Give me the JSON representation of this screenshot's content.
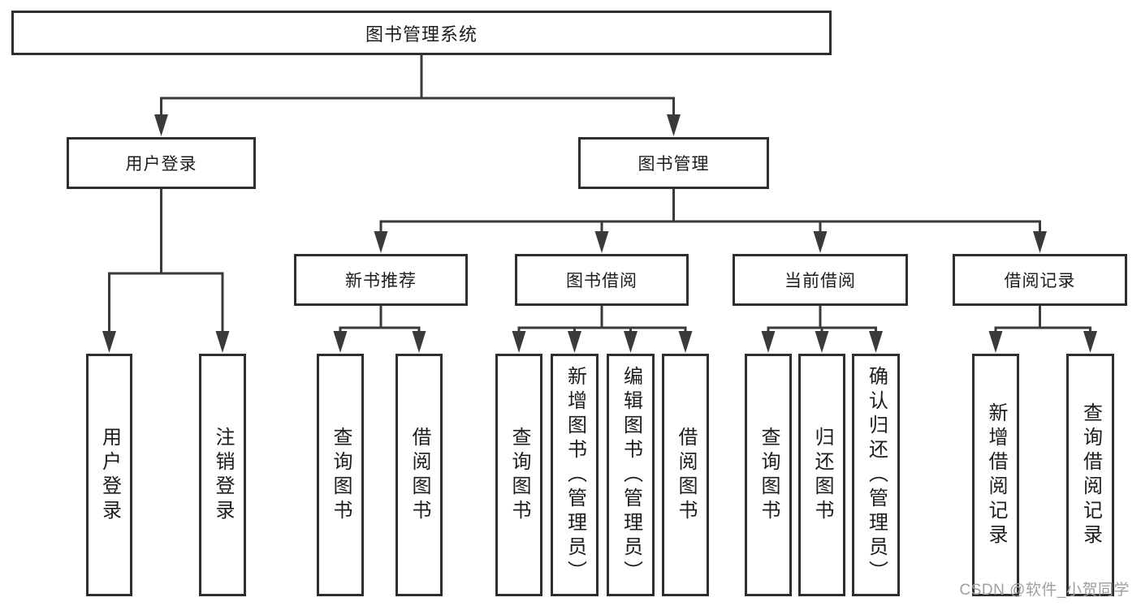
{
  "diagram": {
    "root": {
      "label": "图书管理系统",
      "children": [
        {
          "label": "用户登录",
          "children": [
            {
              "label": "用户登录"
            },
            {
              "label": "注销登录"
            }
          ]
        },
        {
          "label": "图书管理",
          "children": [
            {
              "label": "新书推荐",
              "children": [
                {
                  "label": "查询图书"
                },
                {
                  "label": "借阅图书"
                }
              ]
            },
            {
              "label": "图书借阅",
              "children": [
                {
                  "label": "查询图书"
                },
                {
                  "label": "新增图书（管理员）"
                },
                {
                  "label": "编辑图书（管理员）"
                },
                {
                  "label": "借阅图书"
                }
              ]
            },
            {
              "label": "当前借阅",
              "children": [
                {
                  "label": "查询图书"
                },
                {
                  "label": "归还图书"
                },
                {
                  "label": "确认归还（管理员）"
                }
              ]
            },
            {
              "label": "借阅记录",
              "children": [
                {
                  "label": "新增借阅记录"
                },
                {
                  "label": "查询借阅记录"
                }
              ]
            }
          ]
        }
      ]
    },
    "line_color": "#3a3a3a",
    "box_border_color": "#2e2e2e",
    "background_color": "#ffffff"
  },
  "watermark": {
    "text": "CSDN @软件_小贺同学"
  }
}
